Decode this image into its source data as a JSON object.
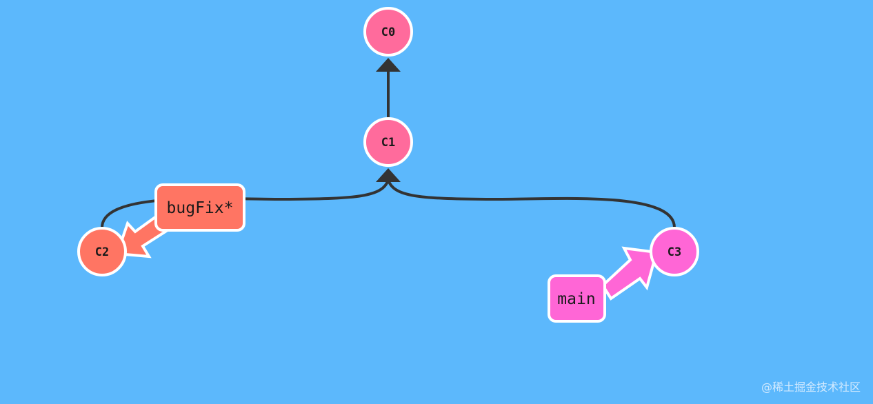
{
  "colors": {
    "background": "#5cb8fc",
    "edge": "#333333",
    "commit": "#ff6b9c",
    "commit_bugfix": "#ff7563",
    "commit_main": "#ff66d6",
    "branch_bugfix": "#ff7563",
    "branch_main": "#ff66d6",
    "stroke": "#ffffff"
  },
  "commits": [
    {
      "id": "C0",
      "label": "C0",
      "parent": null
    },
    {
      "id": "C1",
      "label": "C1",
      "parent": "C0"
    },
    {
      "id": "C2",
      "label": "C2",
      "parent": "C1"
    },
    {
      "id": "C3",
      "label": "C3",
      "parent": "C1"
    }
  ],
  "branches": [
    {
      "name": "bugFix*",
      "target": "C2",
      "checked_out": true
    },
    {
      "name": "main",
      "target": "C3",
      "checked_out": false
    }
  ],
  "watermark": "@稀土掘金技术社区"
}
